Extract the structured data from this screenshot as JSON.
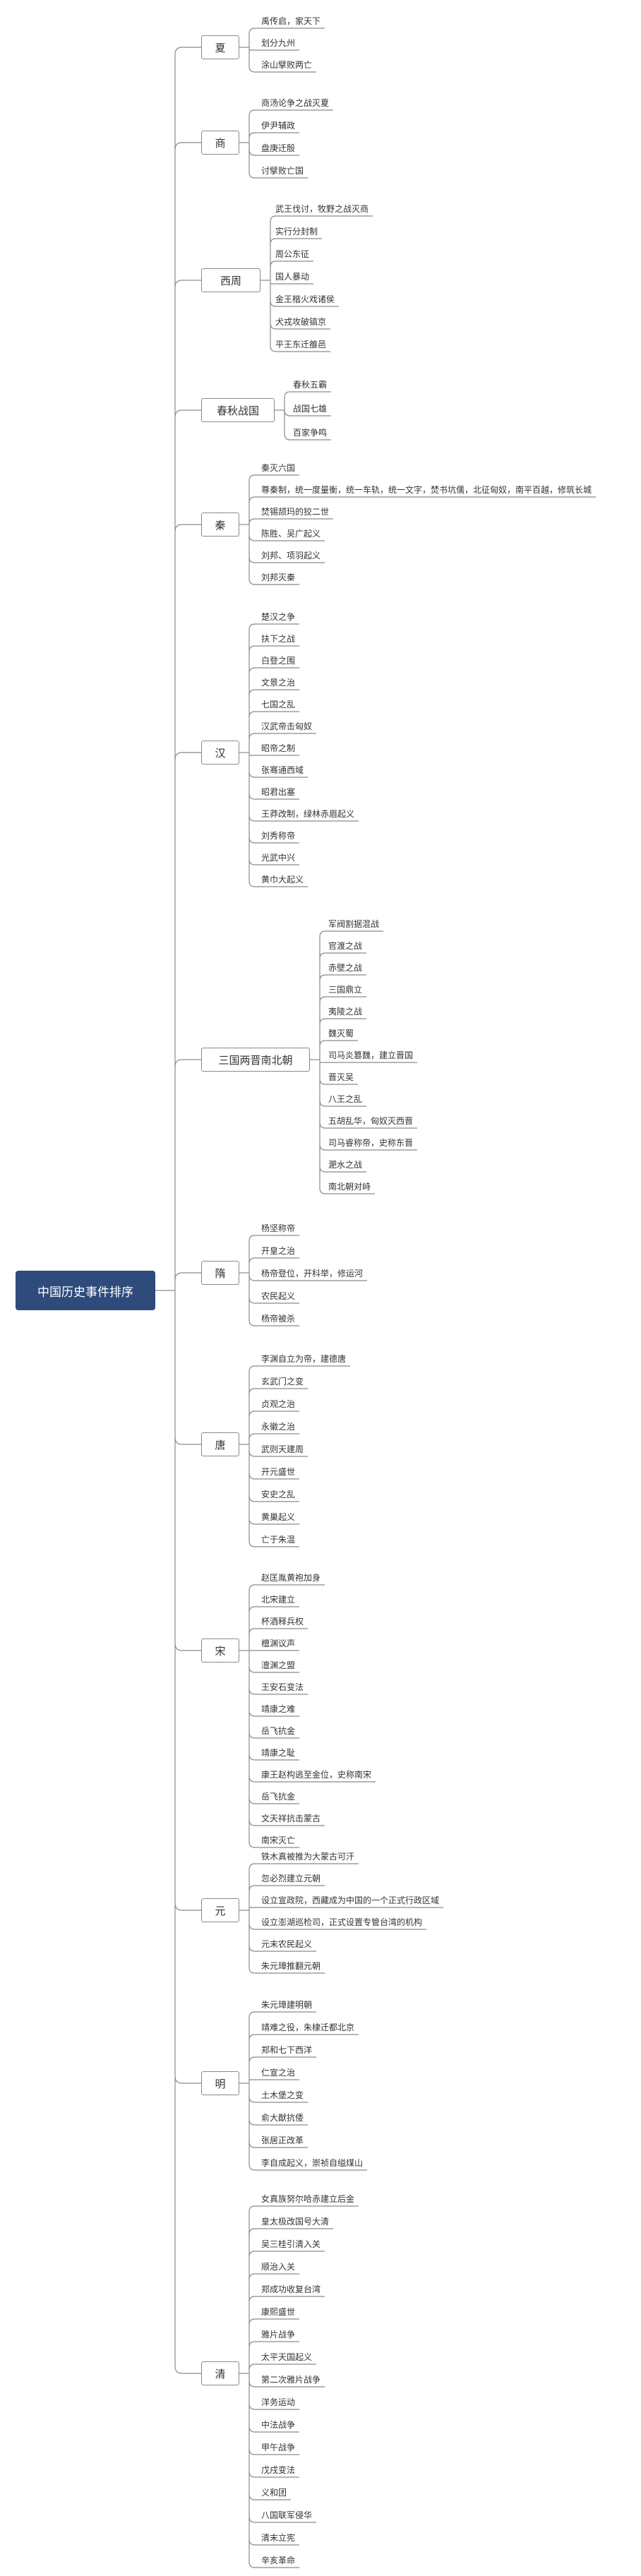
{
  "root": {
    "label": "中国历史事件排序"
  },
  "dynasties": [
    {
      "name": "夏",
      "events": [
        "禹传启，家天下",
        "划分九州",
        "涂山擘败两亡"
      ]
    },
    {
      "name": "商",
      "events": [
        "商汤论争之战灭夏",
        "伊尹辅政",
        "盘庚迁殷",
        "讨擘败亡国"
      ]
    },
    {
      "name": "西周",
      "events": [
        "武王伐讨，牧野之战灭商",
        "实行分封制",
        "周公东征",
        "国人暴动",
        "金王楷火戏诸侯",
        "犬戎攻破镐京",
        "平王东迁雒邑"
      ]
    },
    {
      "name": "春秋战国",
      "events": [
        "春秋五霸",
        "战国七雄",
        "百家争鸣"
      ]
    },
    {
      "name": "秦",
      "events": [
        "秦灭六国",
        "尊秦制，统一度量衡，统一车轨，统一文字，焚书坑儒，北征匈奴，南平百越，修筑长城",
        "焚锡颉玛的狡二世",
        "陈胜、吴广起义",
        "刘邦、项羽起义",
        "刘邦灭秦"
      ]
    },
    {
      "name": "汉",
      "events": [
        "楚汉之争",
        "扶下之战",
        "白登之围",
        "文景之治",
        "七国之乱",
        "汉武帝击匈奴",
        "昭帝之制",
        "张骞通西域",
        "昭君出塞",
        "王莽改制，绿林赤眉起义",
        "刘秀称帝",
        "光武中兴",
        "黄巾大起义"
      ]
    },
    {
      "name": "三国两晋南北朝",
      "events": [
        "军阀割据混战",
        "官渡之战",
        "赤壁之战",
        "三国鼎立",
        "夷陵之战",
        "魏灭蜀",
        "司马炎篡魏，建立晋国",
        "晋灭吴",
        "八王之乱",
        "五胡乱华，匈奴灭西晋",
        "司马睿称帝，史称东晋",
        "淝水之战",
        "南北朝对峙"
      ]
    },
    {
      "name": "隋",
      "events": [
        "杨坚称帝",
        "开皇之治",
        "杨帝登位，开科举，修运河",
        "农民起义",
        "杨帝被杀"
      ]
    },
    {
      "name": "唐",
      "events": [
        "李渊自立为帝，建德唐",
        "玄武门之变",
        "贞观之治",
        "永徽之治",
        "武则天建周",
        "开元盛世",
        "安史之乱",
        "黄巢起义",
        "亡于朱温"
      ]
    },
    {
      "name": "宋",
      "events": [
        "赵匡胤黄袍加身",
        "北宋建立",
        "杯酒释兵权",
        "檀渊议声",
        "澶渊之盟",
        "王安石变法",
        "靖康之难",
        "岳飞抗金",
        "靖康之耻",
        "康王赵构逃至金位，史称南宋",
        "岳飞抗金",
        "文天祥抗击蒙古",
        "南宋灭亡"
      ]
    },
    {
      "name": "元",
      "events": [
        "铁木真被推为大蒙古可汗",
        "忽必烈建立元朝",
        "设立宣政院，西藏成为中国的一个正式行政区域",
        "设立澎湖巡检司，正式设置专管台湾的机构",
        "元末农民起义",
        "朱元璋推翻元朝"
      ]
    },
    {
      "name": "明",
      "events": [
        "朱元璋建明朝",
        "靖难之役，朱棣迁都北京",
        "郑和七下西洋",
        "仁宣之治",
        "土木堡之变",
        "俞大猷抗倭",
        "张居正改革",
        "李自成起义，崇祯自缢煤山"
      ]
    },
    {
      "name": "清",
      "events": [
        "女真族努尔哈赤建立后金",
        "皇太极改国号大清",
        "吴三桂引清入关",
        "顺治入关",
        "郑成功收复台湾",
        "康熙盛世",
        "雅片战争",
        "太平天国起义",
        "第二次雅片战争",
        "洋务运动",
        "中法战争",
        "甲午战争",
        "戊戌变法",
        "义和团",
        "八国联军侵华",
        "清末立宪",
        "辛亥革命"
      ]
    }
  ]
}
